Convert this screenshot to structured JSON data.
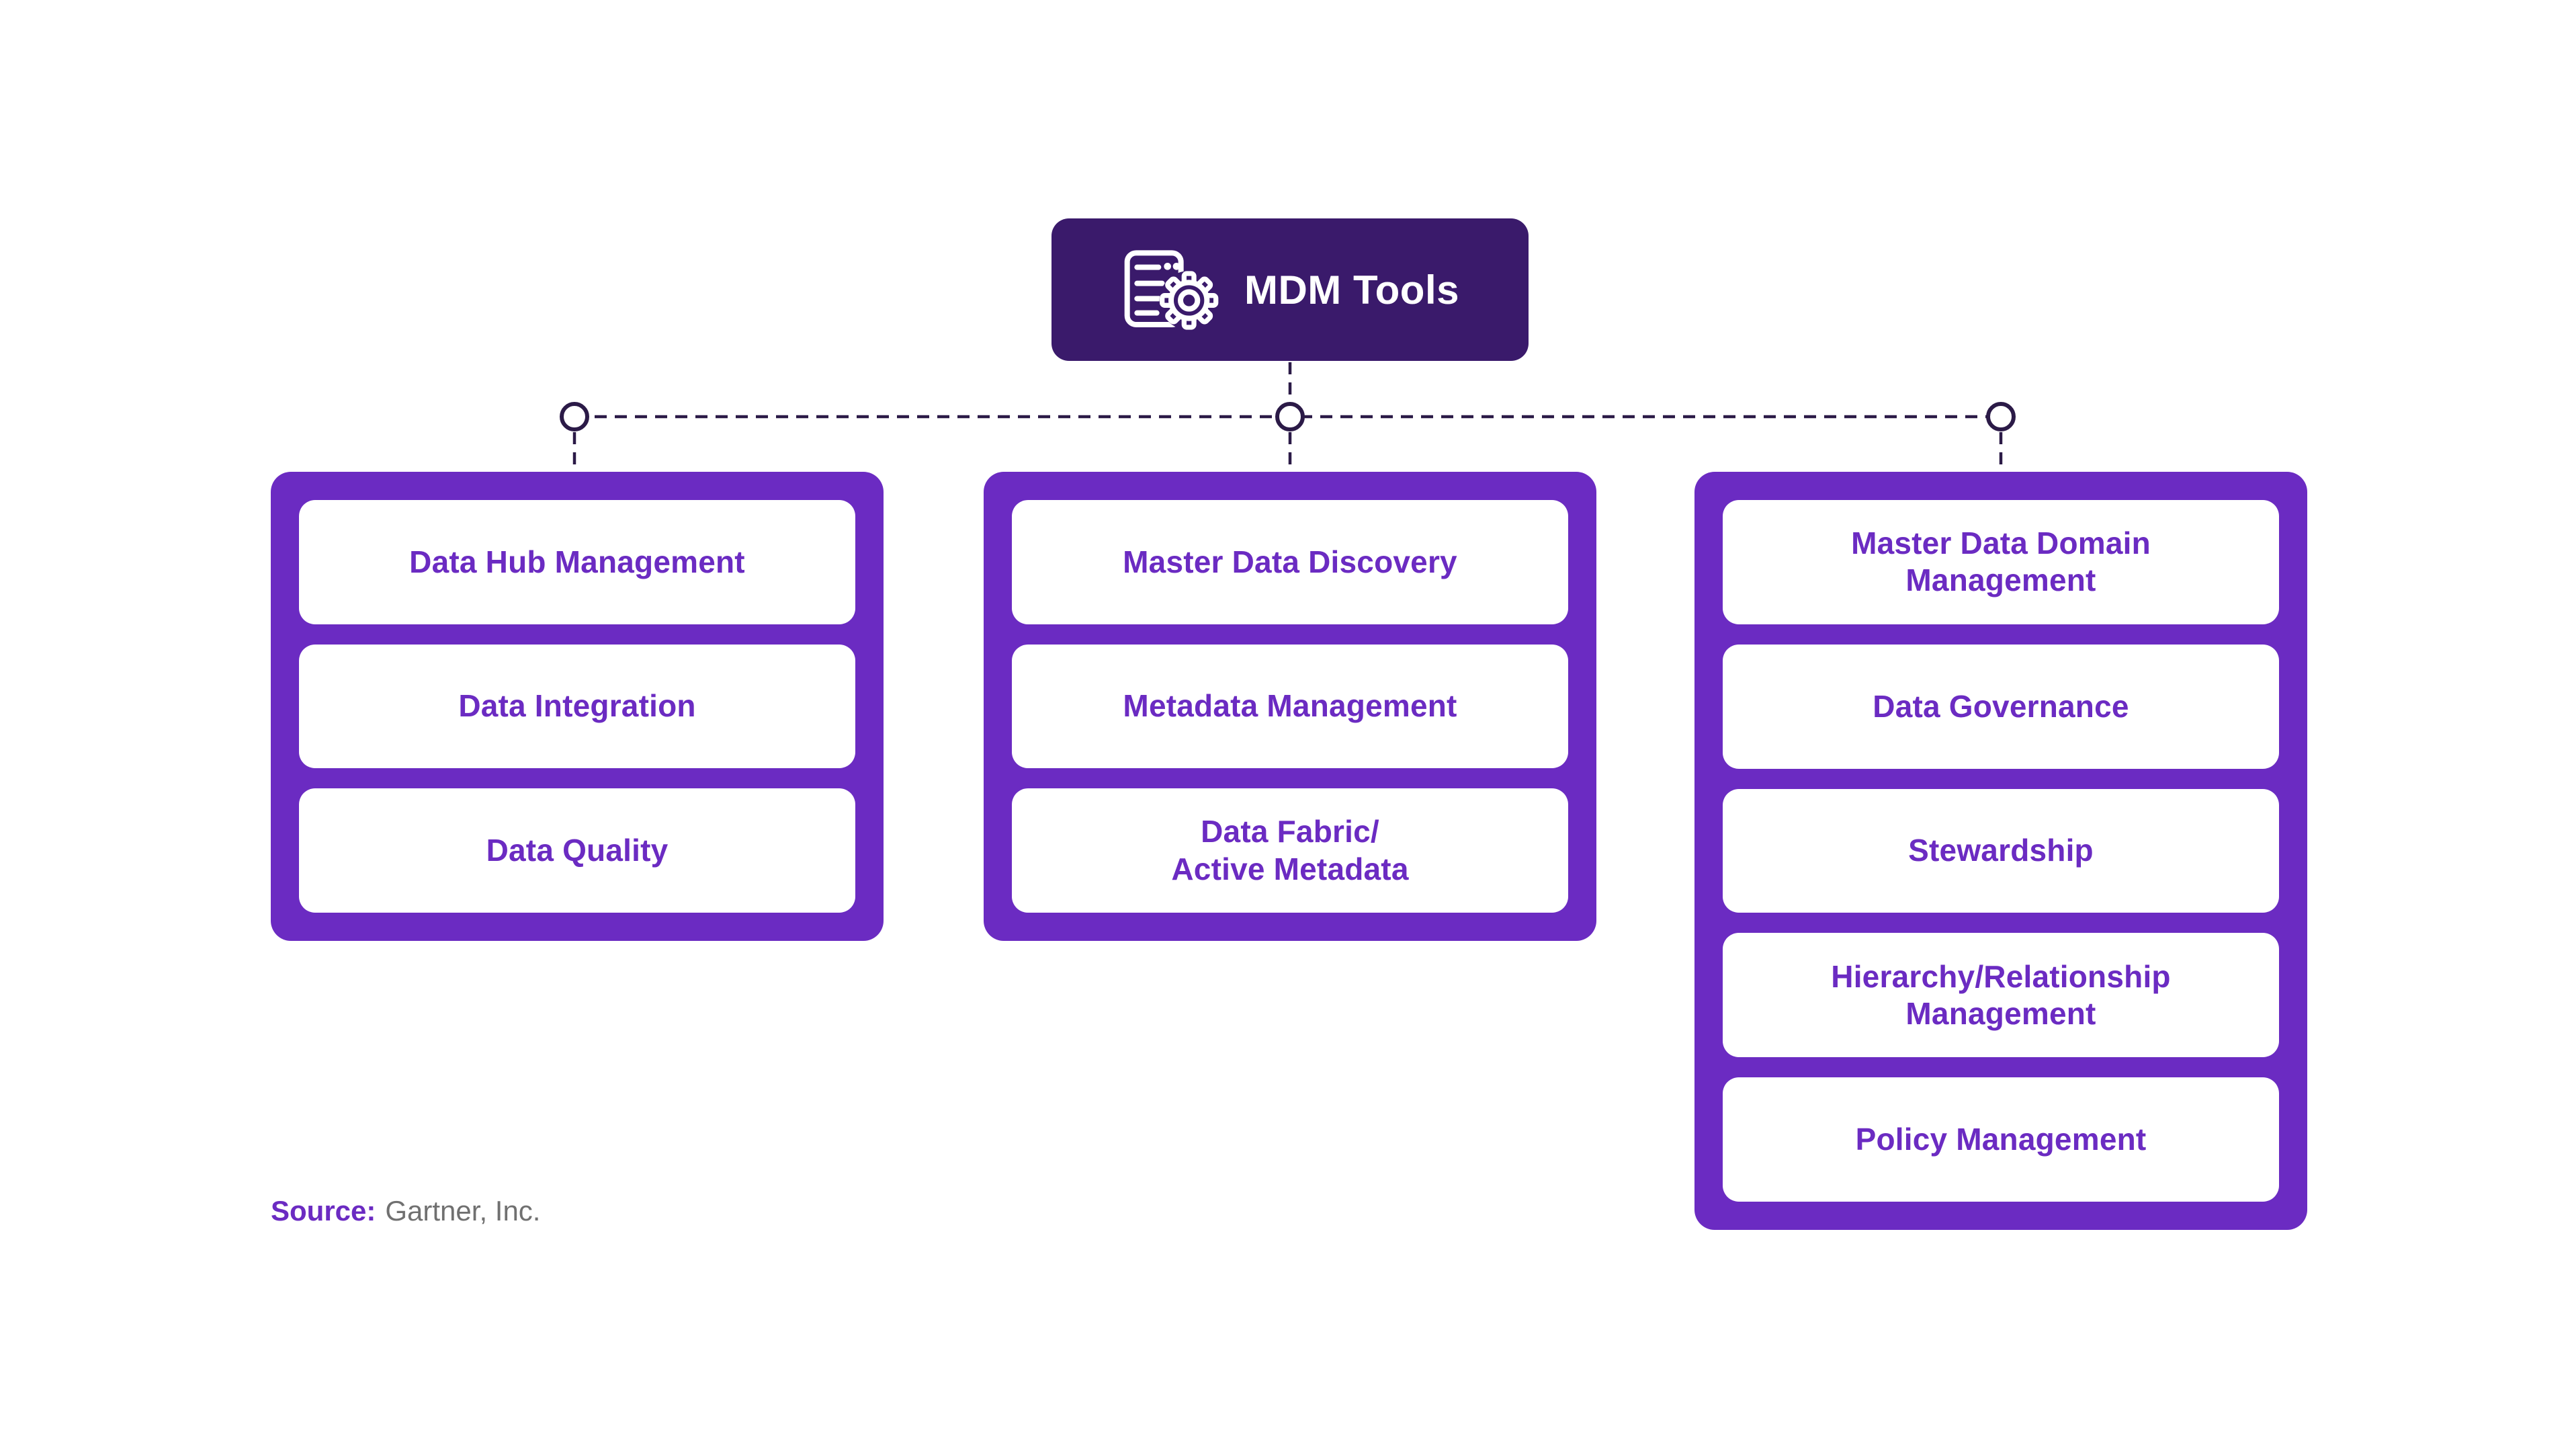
{
  "root": {
    "title": "MDM Tools",
    "icon": "server-gear-icon"
  },
  "columns": [
    {
      "items": [
        "Data Hub Management",
        "Data Integration",
        "Data Quality"
      ]
    },
    {
      "items": [
        "Master Data Discovery",
        "Metadata Management",
        "Data Fabric/\nActive Metadata"
      ]
    },
    {
      "items": [
        "Master Data Domain\nManagement",
        "Data Governance",
        "Stewardship",
        "Hierarchy/Relationship\nManagement",
        "Policy Management"
      ]
    }
  ],
  "source": {
    "label": "Source:",
    "value": "Gartner, Inc."
  },
  "colors": {
    "root_box": "#3A1A6B",
    "column_purple": "#6B2BC2",
    "item_text": "#6B2BC2",
    "connector": "#2B1A47",
    "source_gray": "#707070",
    "background": "#FFFFFF"
  }
}
